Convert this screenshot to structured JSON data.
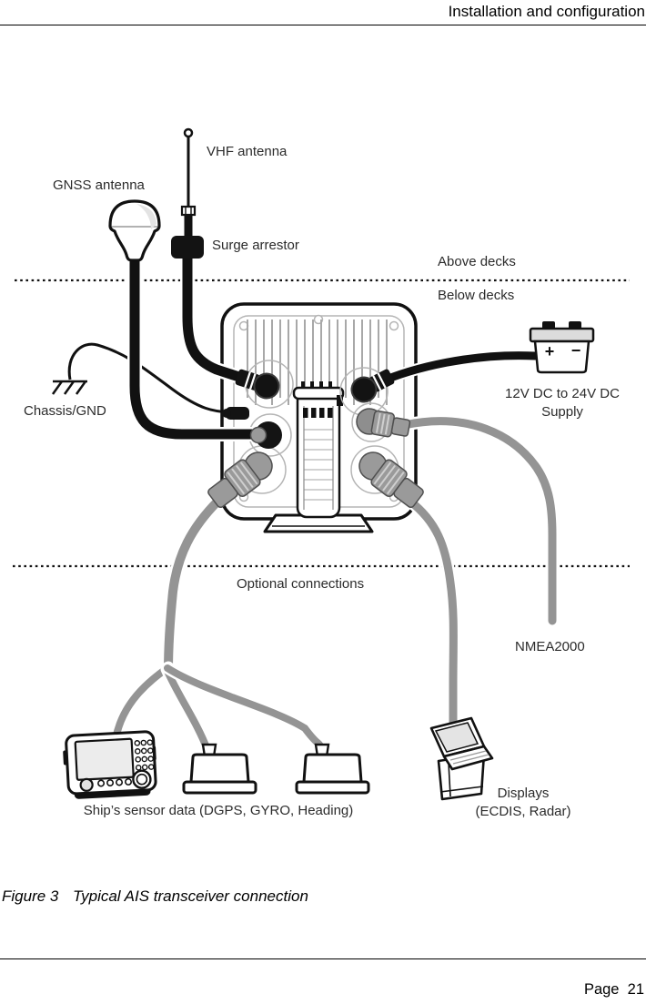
{
  "header": {
    "title": "Installation and configuration"
  },
  "footer": {
    "page_label": "Page  21"
  },
  "caption": {
    "figure": "Figure 3",
    "title": "Typical AIS transceiver connection"
  },
  "diagram": {
    "labels": {
      "vhf_antenna": "VHF antenna",
      "gnss_antenna": "GNSS antenna",
      "surge_arrestor": "Surge arrestor",
      "above_decks": "Above decks",
      "below_decks": "Below decks",
      "chassis_gnd": "Chassis/GND",
      "supply_line1": "12V DC to 24V DC",
      "supply_line2": "Supply",
      "optional_connections": "Optional connections",
      "nmea2000": "NMEA2000",
      "displays_line1": "Displays",
      "displays_line2": "(ECDIS, Radar)",
      "ships_sensor_data": "Ship’s sensor data (DGPS, GYRO, Heading)"
    },
    "battery": {
      "plus": "+",
      "minus": "−"
    },
    "colors": {
      "cable_gray": "#949494",
      "line_black": "#111111"
    }
  }
}
